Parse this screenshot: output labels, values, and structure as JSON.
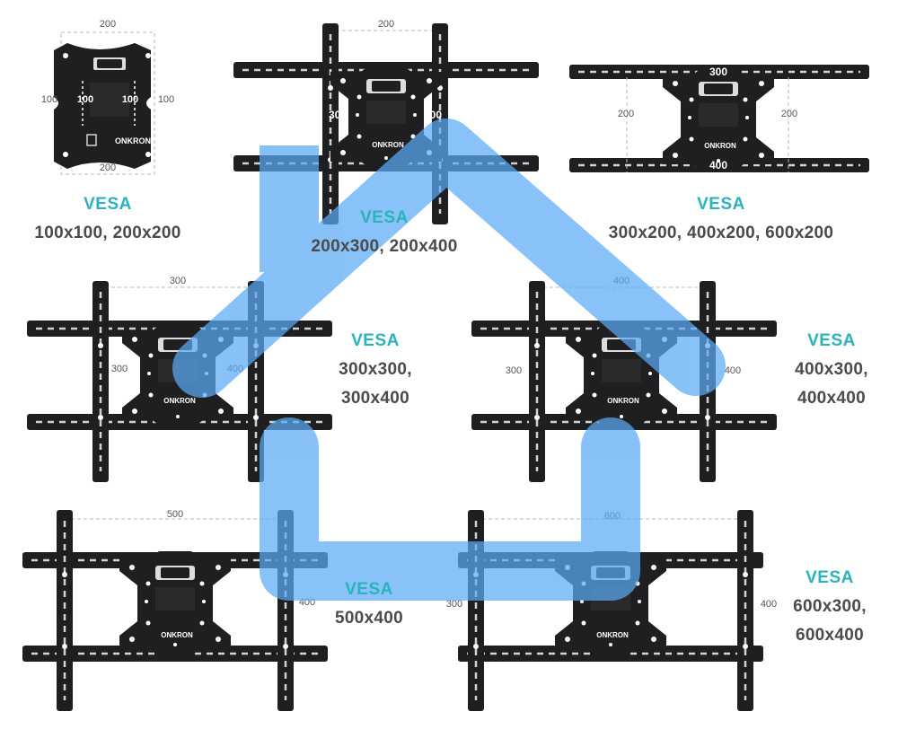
{
  "brand": "ONKRON",
  "vesa_label": "VESA",
  "colors": {
    "accent": "#2ab3bd",
    "overlay": "#5aaaf5",
    "bracket": "#1f1f21",
    "dim_line": "#b8b8b8",
    "dim_text": "#555555"
  },
  "panels": [
    {
      "id": "p1",
      "dim_top": "200",
      "dim_bottom": "200",
      "dim_left": "100",
      "dim_right": "100",
      "dim_inner_left": "100",
      "dim_inner_right": "100",
      "sizes_line1": "100x100, 200x200"
    },
    {
      "id": "p2",
      "dim_top": "200",
      "dim_left": "300",
      "dim_right": "400",
      "sizes_line1": "200x300, 200x400"
    },
    {
      "id": "p3",
      "dim_top": "300",
      "dim_bottom": "400",
      "dim_left": "200",
      "dim_right": "200",
      "sizes_line1": "300x200, 400x200, 600x200"
    },
    {
      "id": "p4",
      "dim_top": "300",
      "dim_left": "300",
      "dim_right": "400",
      "sizes_line1": "300x300,",
      "sizes_line2": "300x400"
    },
    {
      "id": "p5",
      "dim_top": "400",
      "dim_left": "300",
      "dim_right": "400",
      "sizes_line1": "400x300,",
      "sizes_line2": "400x400"
    },
    {
      "id": "p6",
      "dim_top": "500",
      "dim_right": "400",
      "sizes_line1": "500x400"
    },
    {
      "id": "p7",
      "dim_top": "600",
      "dim_left": "300",
      "dim_right": "400",
      "sizes_line1": "600x300,",
      "sizes_line2": "600x400"
    }
  ]
}
